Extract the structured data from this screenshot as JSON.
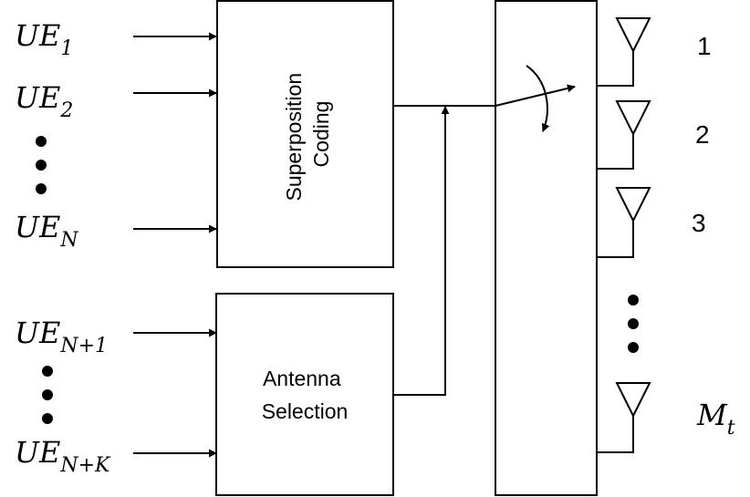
{
  "inputs": [
    {
      "base": "UE",
      "sub": "1"
    },
    {
      "base": "UE",
      "sub": "2"
    },
    {
      "base": "UE",
      "sub": "N"
    },
    {
      "base": "UE",
      "sub": "N+1"
    },
    {
      "base": "UE",
      "sub": "N+K"
    }
  ],
  "blocks": {
    "superposition": [
      "Superposition",
      "Coding"
    ],
    "antenna_selection": [
      "Antenna",
      "Selection"
    ]
  },
  "antennas": [
    {
      "label": "1"
    },
    {
      "label": "2"
    },
    {
      "label": "3"
    },
    {
      "label_base": "M",
      "label_sub": "t"
    }
  ]
}
